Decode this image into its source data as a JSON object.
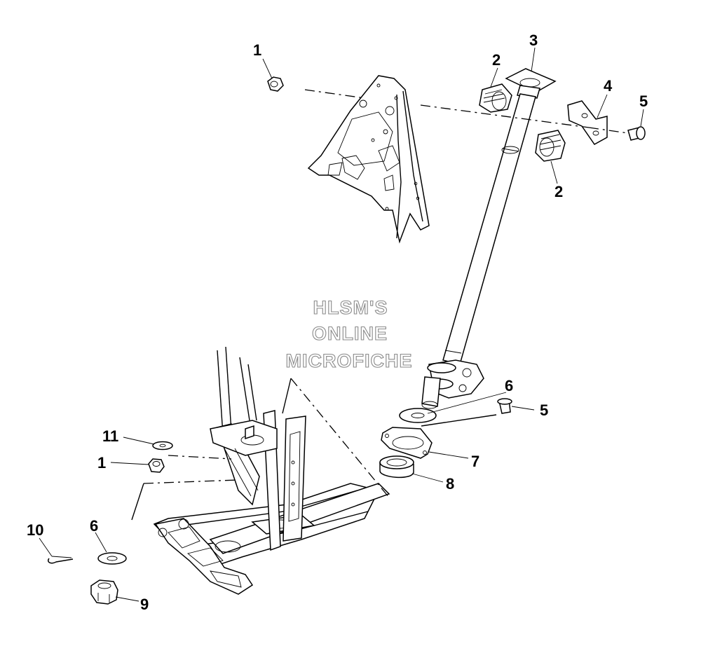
{
  "watermark": {
    "line1": "HLSM'S",
    "line2": "ONLINE",
    "line3": "MICROFICHE"
  },
  "callouts": {
    "c1_top": "1",
    "c2_top": "2",
    "c3": "3",
    "c4": "4",
    "c5_top": "5",
    "c2_mid": "2",
    "c6_mid": "6",
    "c5_mid": "5",
    "c11": "11",
    "c1_low": "1",
    "c7": "7",
    "c8": "8",
    "c10": "10",
    "c6_low": "6",
    "c9": "9"
  }
}
